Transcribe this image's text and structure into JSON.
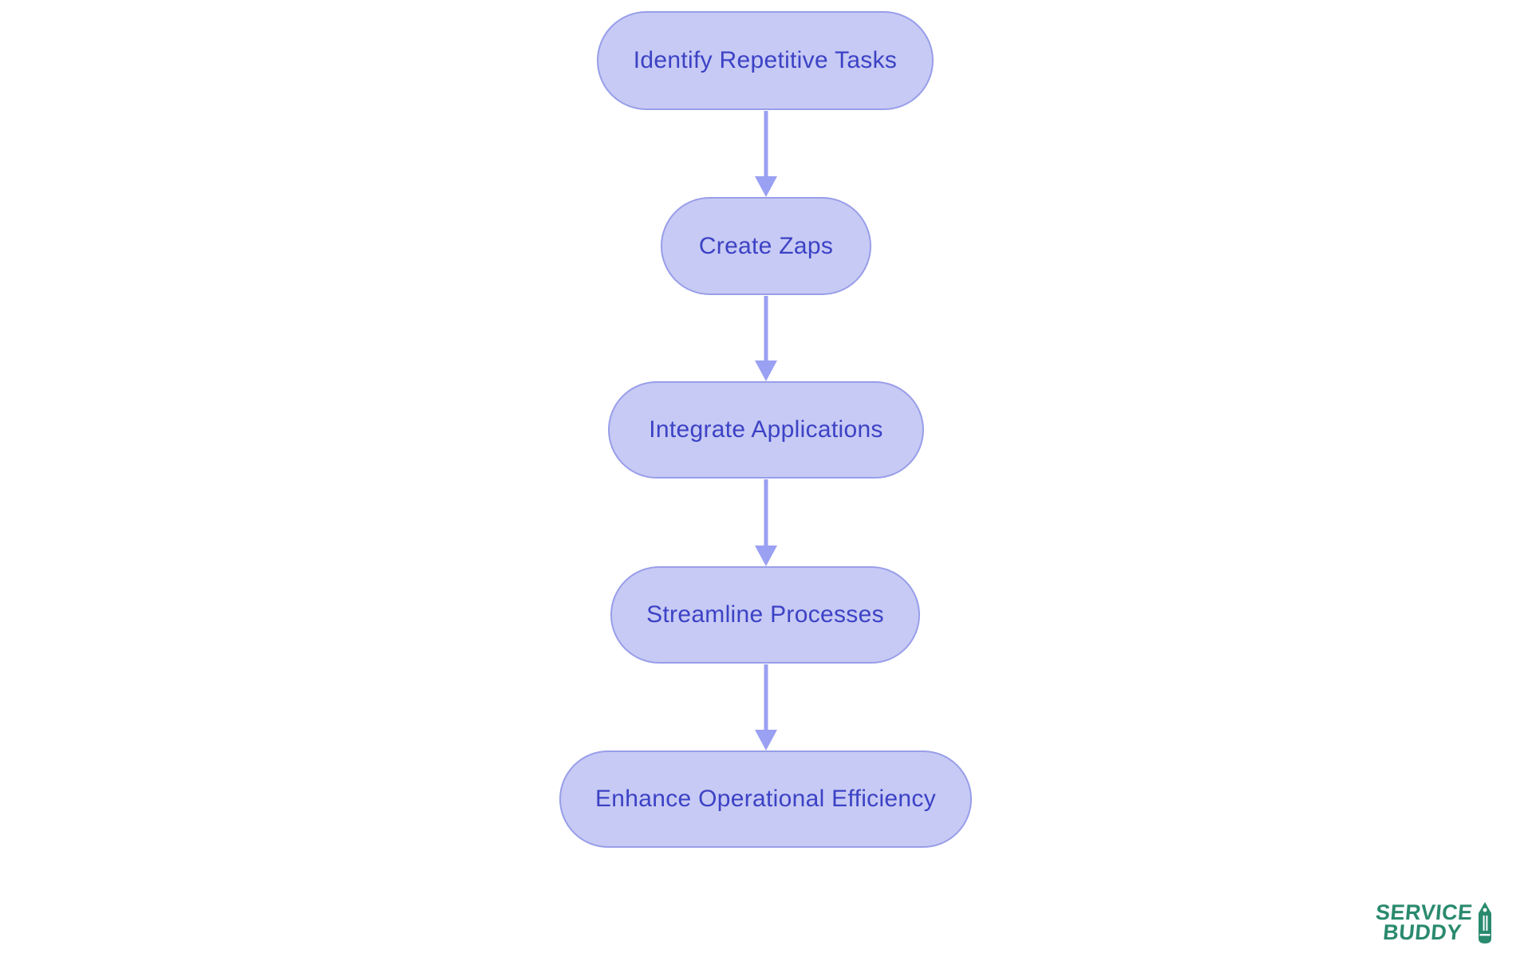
{
  "diagram": {
    "type": "flowchart",
    "direction": "top-down",
    "nodes": [
      {
        "id": "n1",
        "label": "Identify Repetitive Tasks"
      },
      {
        "id": "n2",
        "label": "Create Zaps"
      },
      {
        "id": "n3",
        "label": "Integrate Applications"
      },
      {
        "id": "n4",
        "label": "Streamline Processes"
      },
      {
        "id": "n5",
        "label": "Enhance Operational Efficiency"
      }
    ],
    "edges": [
      {
        "from": "n1",
        "to": "n2"
      },
      {
        "from": "n2",
        "to": "n3"
      },
      {
        "from": "n3",
        "to": "n4"
      },
      {
        "from": "n4",
        "to": "n5"
      }
    ],
    "colors": {
      "node_fill": "#c7caf4",
      "node_border": "#989ee9",
      "node_text": "#3c42c5",
      "arrow": "#9aa0f2",
      "background": "#ffffff"
    }
  },
  "branding": {
    "logo_line1": "SERVICE",
    "logo_line2": "BUDDY",
    "logo_icon": "pencil-icon",
    "logo_color": "#2a8a6e"
  }
}
